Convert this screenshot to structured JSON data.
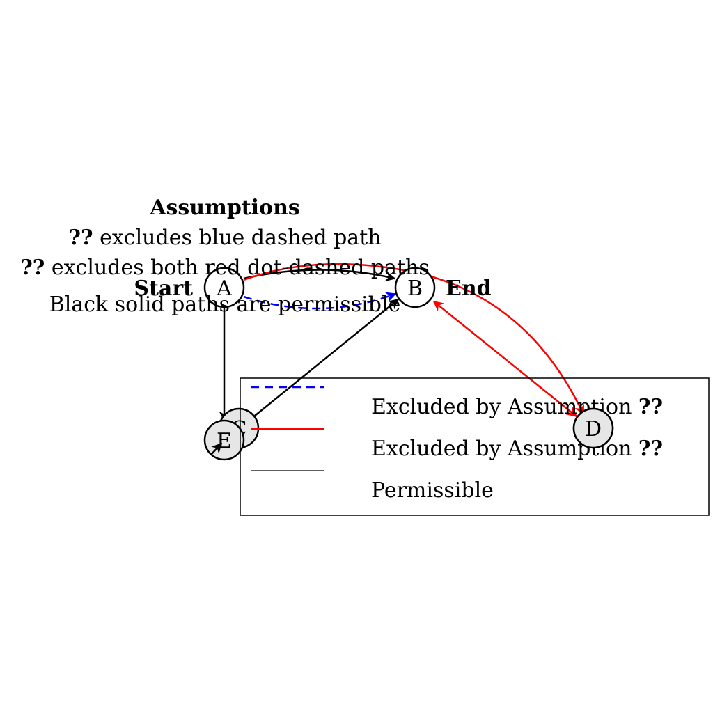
{
  "assumptions": {
    "title": "Assumptions",
    "line1_ref": "??",
    "line1_text": " excludes blue dashed path",
    "line2_ref": "??",
    "line2_text": " excludes both red dot-dashed paths",
    "line3_text": "Black solid paths are permissible"
  },
  "nodes": {
    "a": "A",
    "b": "B",
    "c": "C",
    "d": "D",
    "e": "E"
  },
  "labels": {
    "start": "Start",
    "end": "End"
  },
  "legend": {
    "blue_prefix": "Excluded by Assumption ",
    "blue_ref": "??",
    "red_prefix": "Excluded by Assumption ",
    "red_ref": "??",
    "black": "Permissible"
  },
  "colors": {
    "blue": "#0000ff",
    "red": "#ff0000",
    "black": "#000000",
    "node_fill_gray": "#e6e6e6",
    "node_fill_white": "#ffffff"
  }
}
